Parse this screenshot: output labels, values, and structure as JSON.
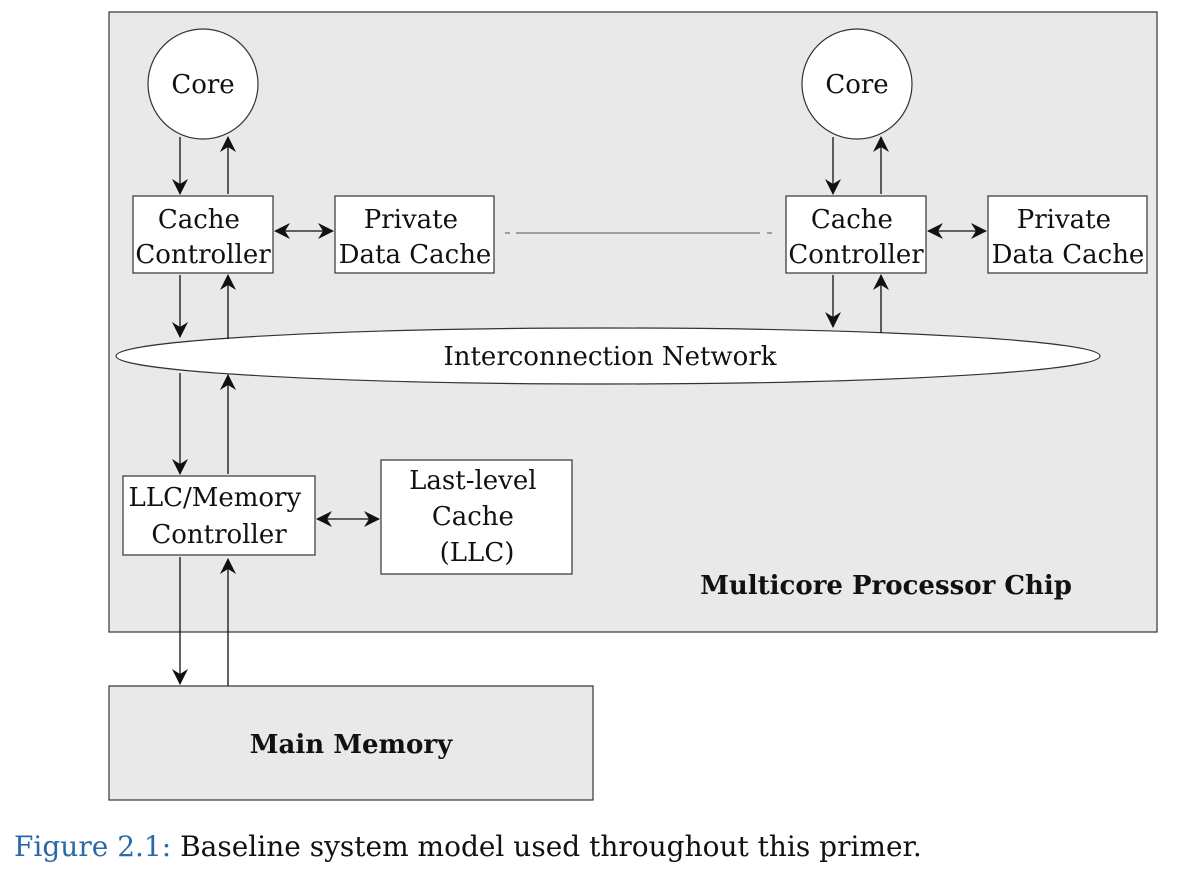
{
  "diagram": {
    "chip_label": "Multicore Processor Chip",
    "cores": [
      {
        "core_label": "Core",
        "controller_label": [
          "Cache",
          "Controller"
        ],
        "cache_label": [
          "Private",
          "Data Cache"
        ]
      },
      {
        "core_label": "Core",
        "controller_label": [
          "Cache",
          "Controller"
        ],
        "cache_label": [
          "Private",
          "Data Cache"
        ]
      }
    ],
    "network_label": "Interconnection Network",
    "llc_controller_label": [
      "LLC/Memory",
      "Controller"
    ],
    "llc_label": [
      "Last-level",
      "Cache",
      "(LLC)"
    ],
    "main_memory_label": "Main Memory"
  },
  "caption": {
    "number": "Figure 2.1:",
    "text": "Baseline system model used throughout this primer."
  }
}
